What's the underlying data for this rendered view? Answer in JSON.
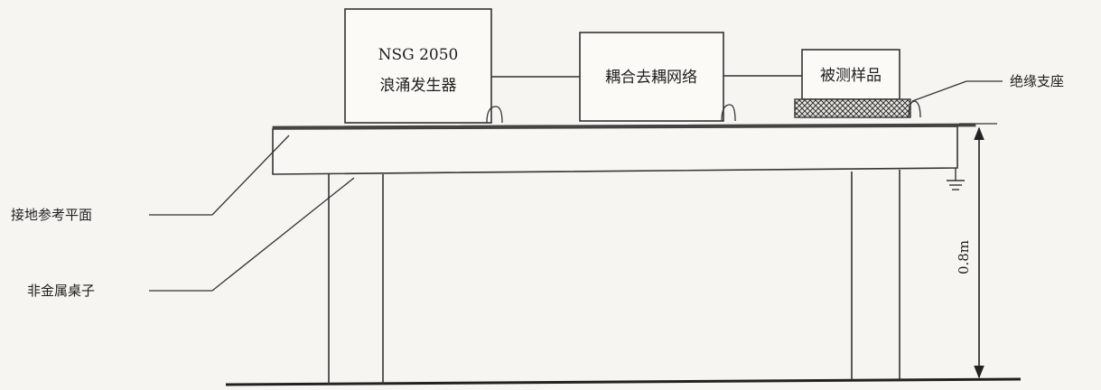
{
  "diagram": {
    "devices": {
      "generator": {
        "line1": "NSG 2050",
        "line2": "浪涌发生器"
      },
      "cdn": {
        "label": "耦合去耦网络"
      },
      "eut": {
        "label": "被测样品"
      }
    },
    "labels": {
      "insulating_support": "绝缘支座",
      "ground_reference_plane": "接地参考平面",
      "non_metallic_table": "非金属桌子",
      "height": "0.8m"
    }
  }
}
